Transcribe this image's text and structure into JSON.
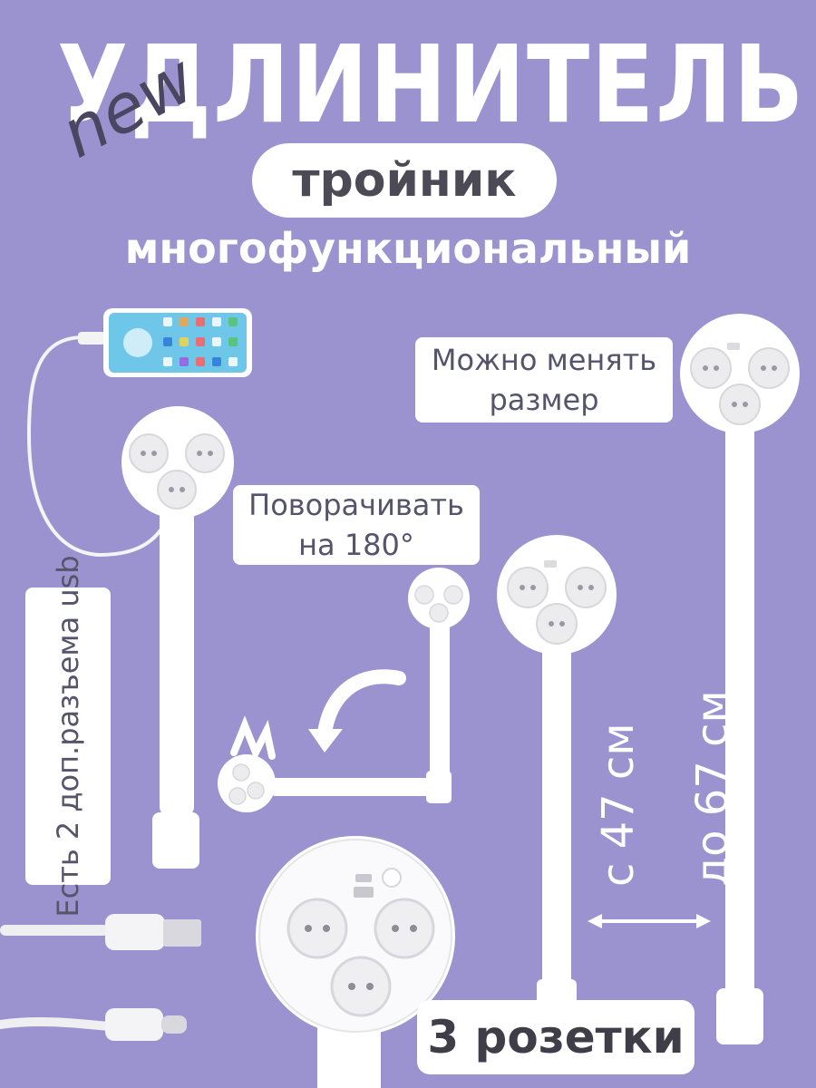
{
  "headline": "УДЛИНИТЕЛЬ",
  "badge_new": "new",
  "product_type": "тройник",
  "subtitle": "многофункциональный",
  "callouts": {
    "resize": "Можно менять размер",
    "rotate": "Поворачивать на 180°",
    "usb": "Есть 2 доп.разъема usb",
    "sockets": "3 розетки"
  },
  "length": {
    "min_label": "с 47 см",
    "max_label": "до 67 см"
  },
  "colors": {
    "background": "#9b93cf",
    "device": "#ffffff",
    "text_dark": "#4b4a55"
  }
}
